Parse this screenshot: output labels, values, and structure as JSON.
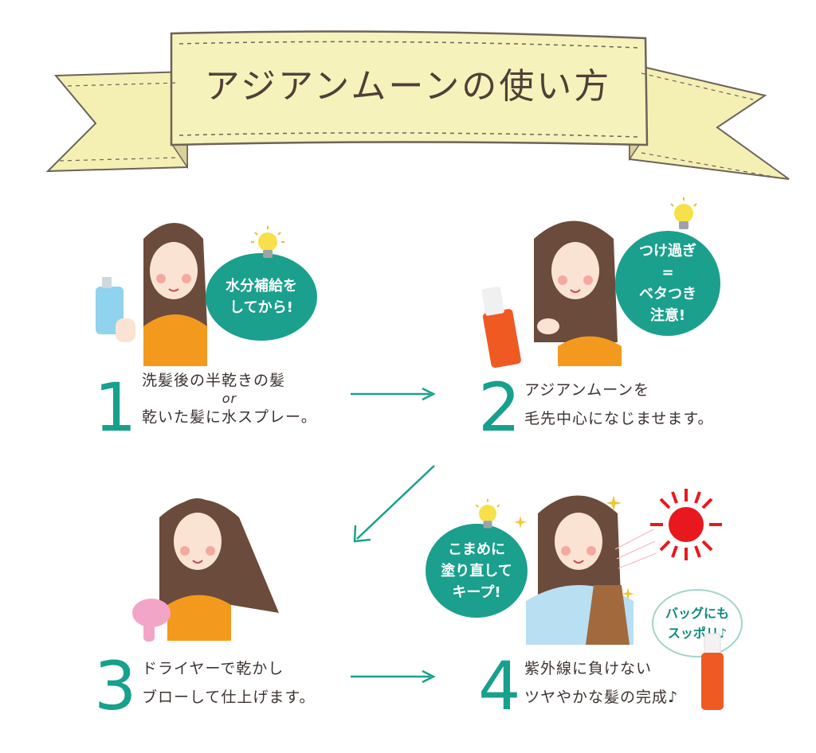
{
  "title": "アジアンムーンの使い方",
  "steps": [
    {
      "number": "1",
      "line1": "洗髪後の半乾きの髪",
      "or": "or",
      "line2": "乾いた髪に水スプレー。",
      "bubble": [
        "水分補給を",
        "してから!"
      ]
    },
    {
      "number": "2",
      "line1": "アジアンムーンを",
      "line2": "毛先中心になじませます。",
      "bubble": [
        "つけ過ぎ",
        "=",
        "ベタつき",
        "注意!"
      ]
    },
    {
      "number": "3",
      "line1": "ドライヤーで乾かし",
      "line2": "ブローして仕上げます。"
    },
    {
      "number": "4",
      "line1": "紫外線に負けない",
      "line2": "ツヤやかな髪の完成♪",
      "bubble": [
        "こまめに",
        "塗り直して",
        "キープ!"
      ],
      "bag_bubble": [
        "バッグにも",
        "スッポリ♪"
      ]
    }
  ],
  "colors": {
    "accent": "#1aa08c",
    "banner": "#f4f0b4",
    "hair": "#6b4b3b",
    "top": "#f39a1e",
    "sun": "#e8181e",
    "bottle": "#ee5a22"
  },
  "icons": [
    "lightbulb-icon",
    "sun-icon",
    "arrow-right-icon",
    "arrow-down-left-icon",
    "sparkle-icon"
  ]
}
